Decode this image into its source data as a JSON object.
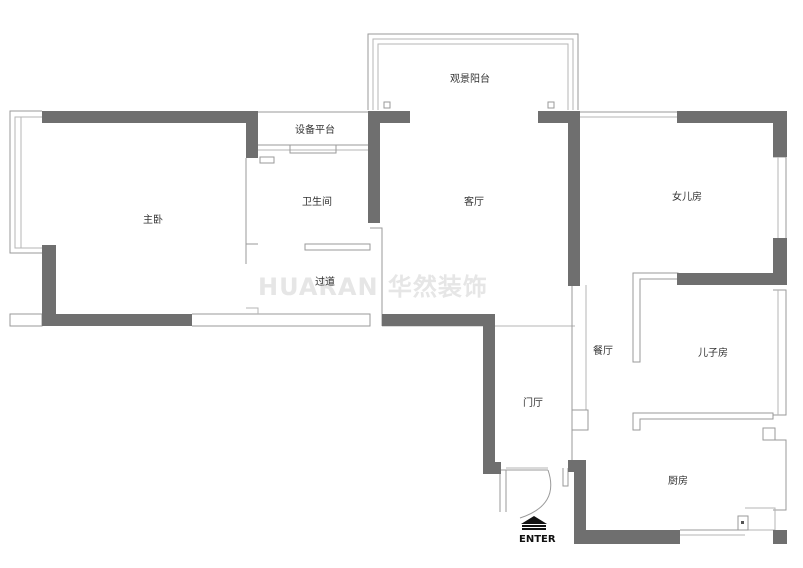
{
  "rooms": {
    "balcony": "观景阳台",
    "equipment_platform": "设备平台",
    "bathroom": "卫生间",
    "master_bedroom": "主卧",
    "living_room": "客厅",
    "daughter_room": "女儿房",
    "corridor": "过道",
    "dining_room": "餐厅",
    "son_room": "儿子房",
    "foyer": "门厅",
    "kitchen": "厨房"
  },
  "watermark": "HUARAN 华然装饰",
  "entrance": {
    "label": "ENTER",
    "icon": "entrance-arrow-icon"
  },
  "colors": {
    "wall": "#6f6f6f",
    "thin_line": "#9a9a9a",
    "watermark": "#e6e6e6"
  }
}
